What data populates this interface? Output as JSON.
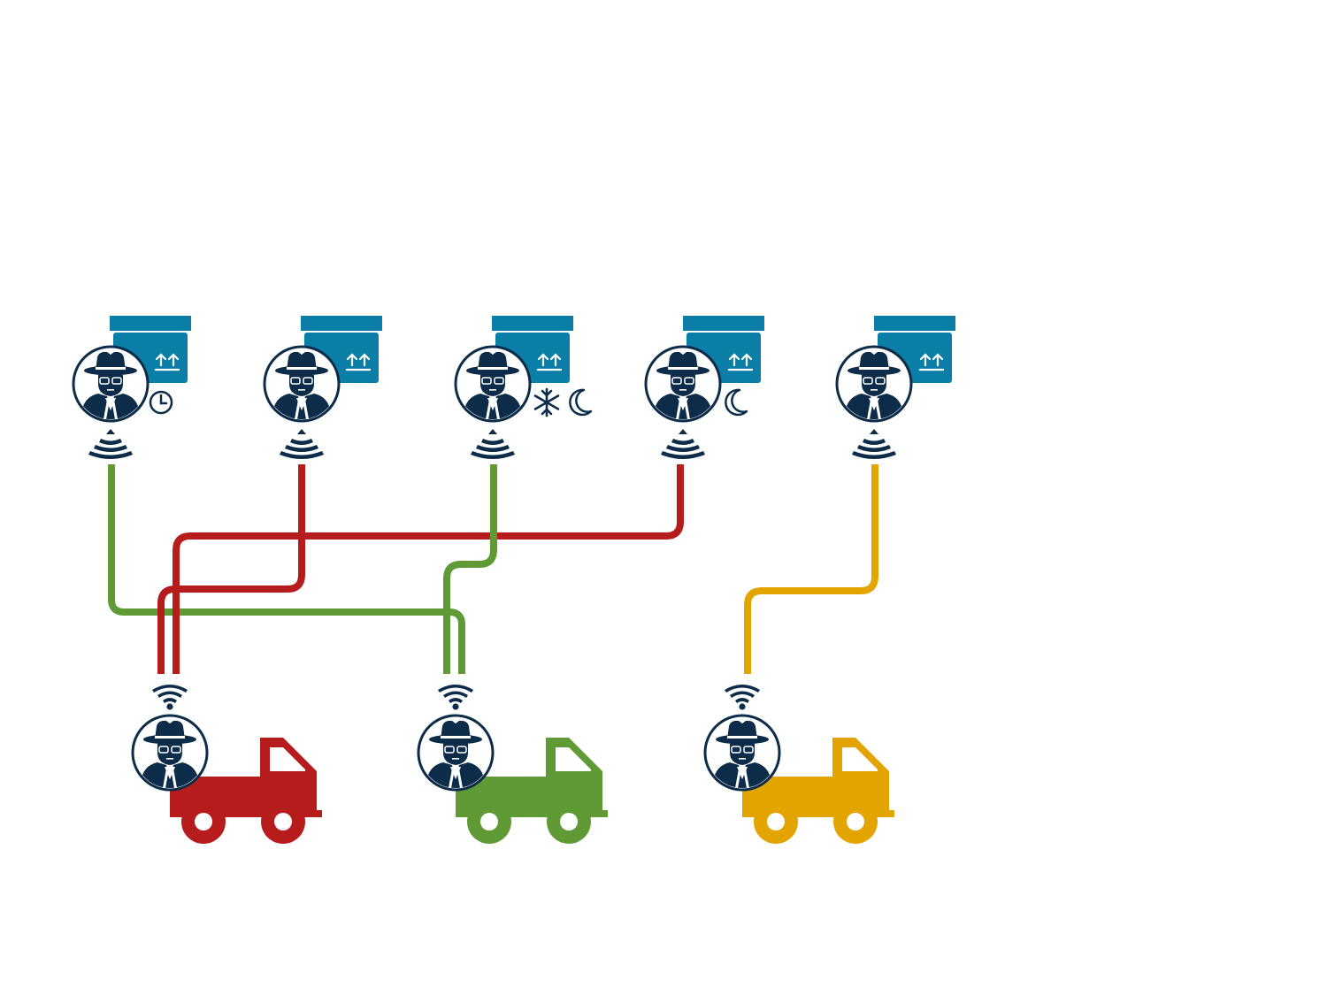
{
  "colors": {
    "navy": "#0d2c4a",
    "box": "#0a7ea6",
    "red": "#b71c1c",
    "green": "#5f9a35",
    "yellow": "#e3a400",
    "white": "#ffffff"
  },
  "shippers": [
    {
      "id": "shipper-1",
      "icons": [
        "person-icon",
        "package-icon",
        "clock-icon",
        "signal-icon"
      ],
      "route_color": "green"
    },
    {
      "id": "shipper-2",
      "icons": [
        "person-icon",
        "package-icon",
        "signal-icon"
      ],
      "route_color": "red"
    },
    {
      "id": "shipper-3",
      "icons": [
        "person-icon",
        "package-icon",
        "snowflake-icon",
        "moon-icon",
        "signal-icon"
      ],
      "route_color": "green"
    },
    {
      "id": "shipper-4",
      "icons": [
        "person-icon",
        "package-icon",
        "moon-icon",
        "signal-icon"
      ],
      "route_color": "red"
    },
    {
      "id": "shipper-5",
      "icons": [
        "person-icon",
        "package-icon",
        "signal-icon"
      ],
      "route_color": "yellow"
    }
  ],
  "carriers": [
    {
      "id": "carrier-red",
      "truck_color": "red",
      "icons": [
        "person-icon",
        "wifi-icon",
        "truck-icon"
      ]
    },
    {
      "id": "carrier-green",
      "truck_color": "green",
      "icons": [
        "person-icon",
        "wifi-icon",
        "truck-icon"
      ]
    },
    {
      "id": "carrier-yellow",
      "truck_color": "yellow",
      "icons": [
        "person-icon",
        "wifi-icon",
        "truck-icon"
      ]
    }
  ],
  "routes": [
    {
      "from": "shipper-1",
      "to": "carrier-green",
      "color": "green"
    },
    {
      "from": "shipper-2",
      "to": "carrier-red",
      "color": "red"
    },
    {
      "from": "shipper-3",
      "to": "carrier-green",
      "color": "green"
    },
    {
      "from": "shipper-4",
      "to": "carrier-red",
      "color": "red"
    },
    {
      "from": "shipper-5",
      "to": "carrier-yellow",
      "color": "yellow"
    }
  ]
}
